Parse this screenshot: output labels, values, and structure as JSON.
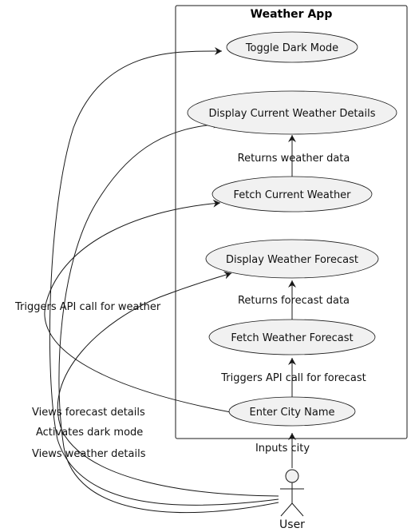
{
  "system": {
    "title": "Weather App"
  },
  "actor": {
    "name": "User"
  },
  "use_cases": {
    "toggle_dark_mode": "Toggle Dark Mode",
    "display_current_weather_details": "Display Current Weather Details",
    "fetch_current_weather": "Fetch Current Weather",
    "display_weather_forecast": "Display Weather Forecast",
    "fetch_weather_forecast": "Fetch Weather Forecast",
    "enter_city_name": "Enter City Name"
  },
  "edge_labels": {
    "returns_weather_data": "Returns weather data",
    "returns_forecast_data": "Returns forecast data",
    "triggers_api_forecast": "Triggers API call for forecast",
    "inputs_city": "Inputs city",
    "triggers_api_weather": "Triggers API call for weather",
    "views_forecast_details": "Views forecast details",
    "activates_dark_mode": "Activates dark mode",
    "views_weather_details": "Views weather details"
  },
  "colors": {
    "node_fill": "#f1f1f1",
    "stroke": "#181818",
    "background": "#ffffff"
  }
}
